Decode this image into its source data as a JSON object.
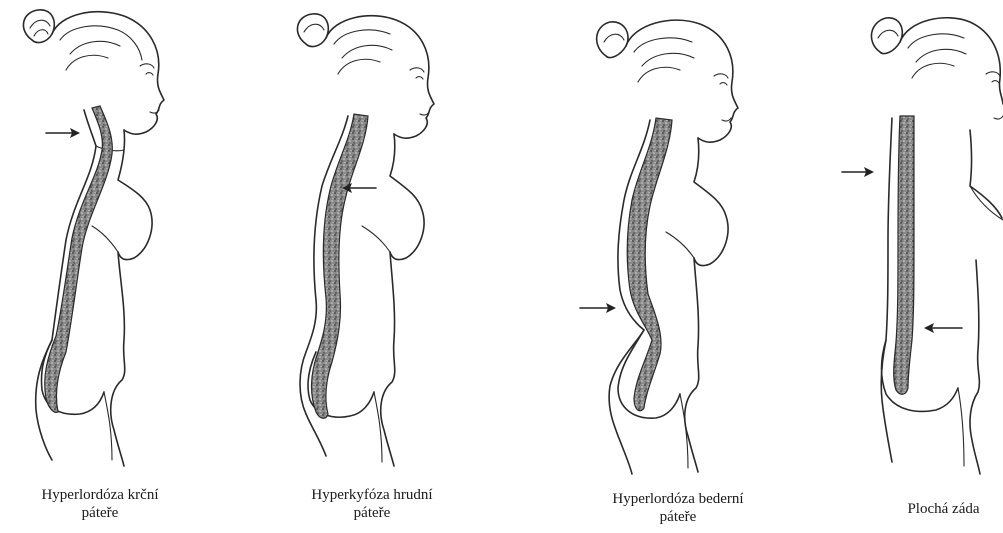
{
  "figures": [
    {
      "id": "cervical",
      "caption_line1": "Hyperlordóza krční",
      "caption_line2": "páteře"
    },
    {
      "id": "thoracic",
      "caption_line1": "Hyperkyfóza hrudní",
      "caption_line2": "páteře"
    },
    {
      "id": "lumbar",
      "caption_line1": "Hyperlordóza bederní",
      "caption_line2": "páteře"
    },
    {
      "id": "flat",
      "caption_line1": "Plochá záda",
      "caption_line2": ""
    }
  ],
  "colors": {
    "ink": "#2a2a2a",
    "spine_stipple": "#6b6b6b",
    "background": "#ffffff"
  }
}
